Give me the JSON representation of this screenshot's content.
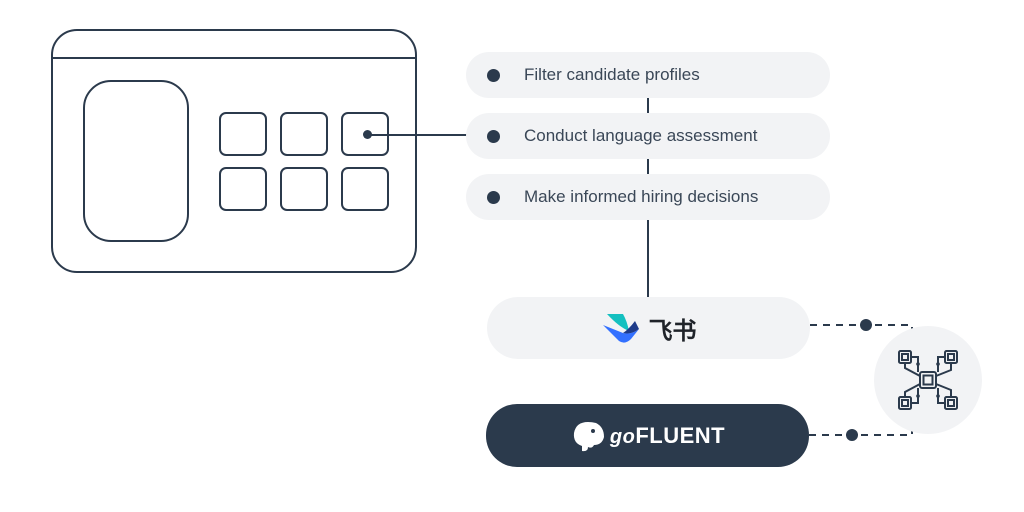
{
  "steps": [
    {
      "label": "Filter candidate profiles"
    },
    {
      "label": "Conduct language assessment"
    },
    {
      "label": "Make informed hiring decisions"
    }
  ],
  "integrations": {
    "feishu": {
      "label": "飞书"
    },
    "gofluent": {
      "label_prefix": "go",
      "label_main": "FLUENT"
    }
  },
  "colors": {
    "navy": "#2b3a4c",
    "pill_background": "#f2f3f5",
    "feishu_blue": "#3370ff",
    "feishu_teal": "#14c0c0"
  }
}
